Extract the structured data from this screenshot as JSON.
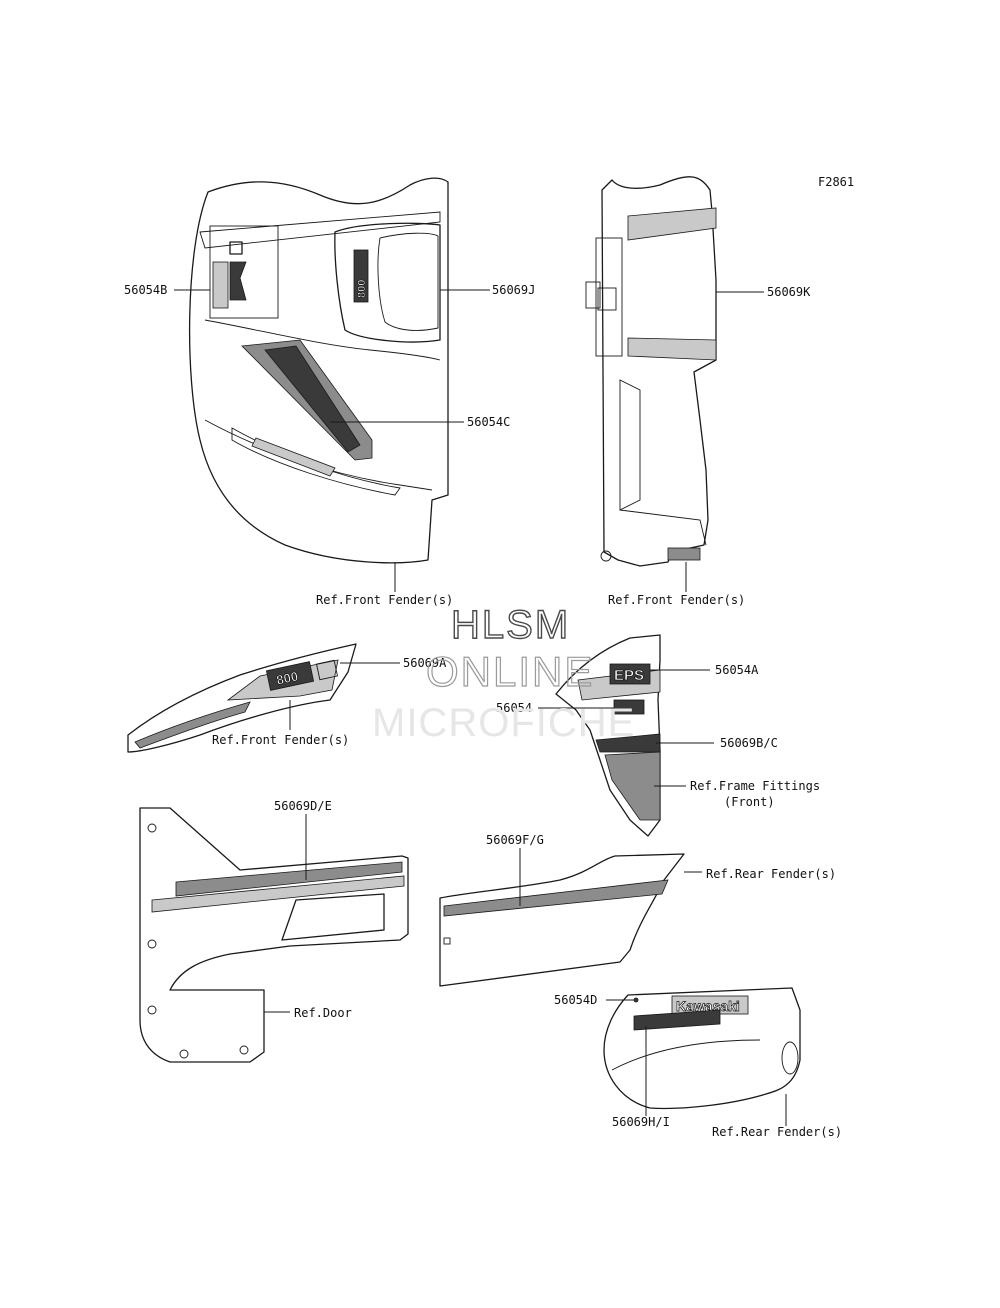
{
  "figure_code": "F2861",
  "watermark": {
    "line1": "HLSM",
    "line2": "ONLINE",
    "line3": "MICROFICHE"
  },
  "decals": {
    "logo": "Kawasaki",
    "number": "800",
    "badge": "EPS"
  },
  "labels": {
    "p56054B": "56054B",
    "p56069J": "56069J",
    "p56069K": "56069K",
    "p56054C": "56054C",
    "ref_front_fender_1": "Ref.Front Fender(s)",
    "ref_front_fender_2": "Ref.Front Fender(s)",
    "ref_front_fender_3": "Ref.Front Fender(s)",
    "p56069A": "56069A",
    "p56054A": "56054A",
    "p56054": "56054",
    "p56069BC": "56069B/C",
    "ref_frame_fittings_1": "Ref.Frame Fittings",
    "ref_frame_fittings_2": "(Front)",
    "p56069DE": "56069D/E",
    "p56069FG": "56069F/G",
    "ref_rear_fender_1": "Ref.Rear Fender(s)",
    "ref_door": "Ref.Door",
    "p56054D": "56054D",
    "p56069HI": "56069H/I",
    "ref_rear_fender_2": "Ref.Rear Fender(s)"
  }
}
